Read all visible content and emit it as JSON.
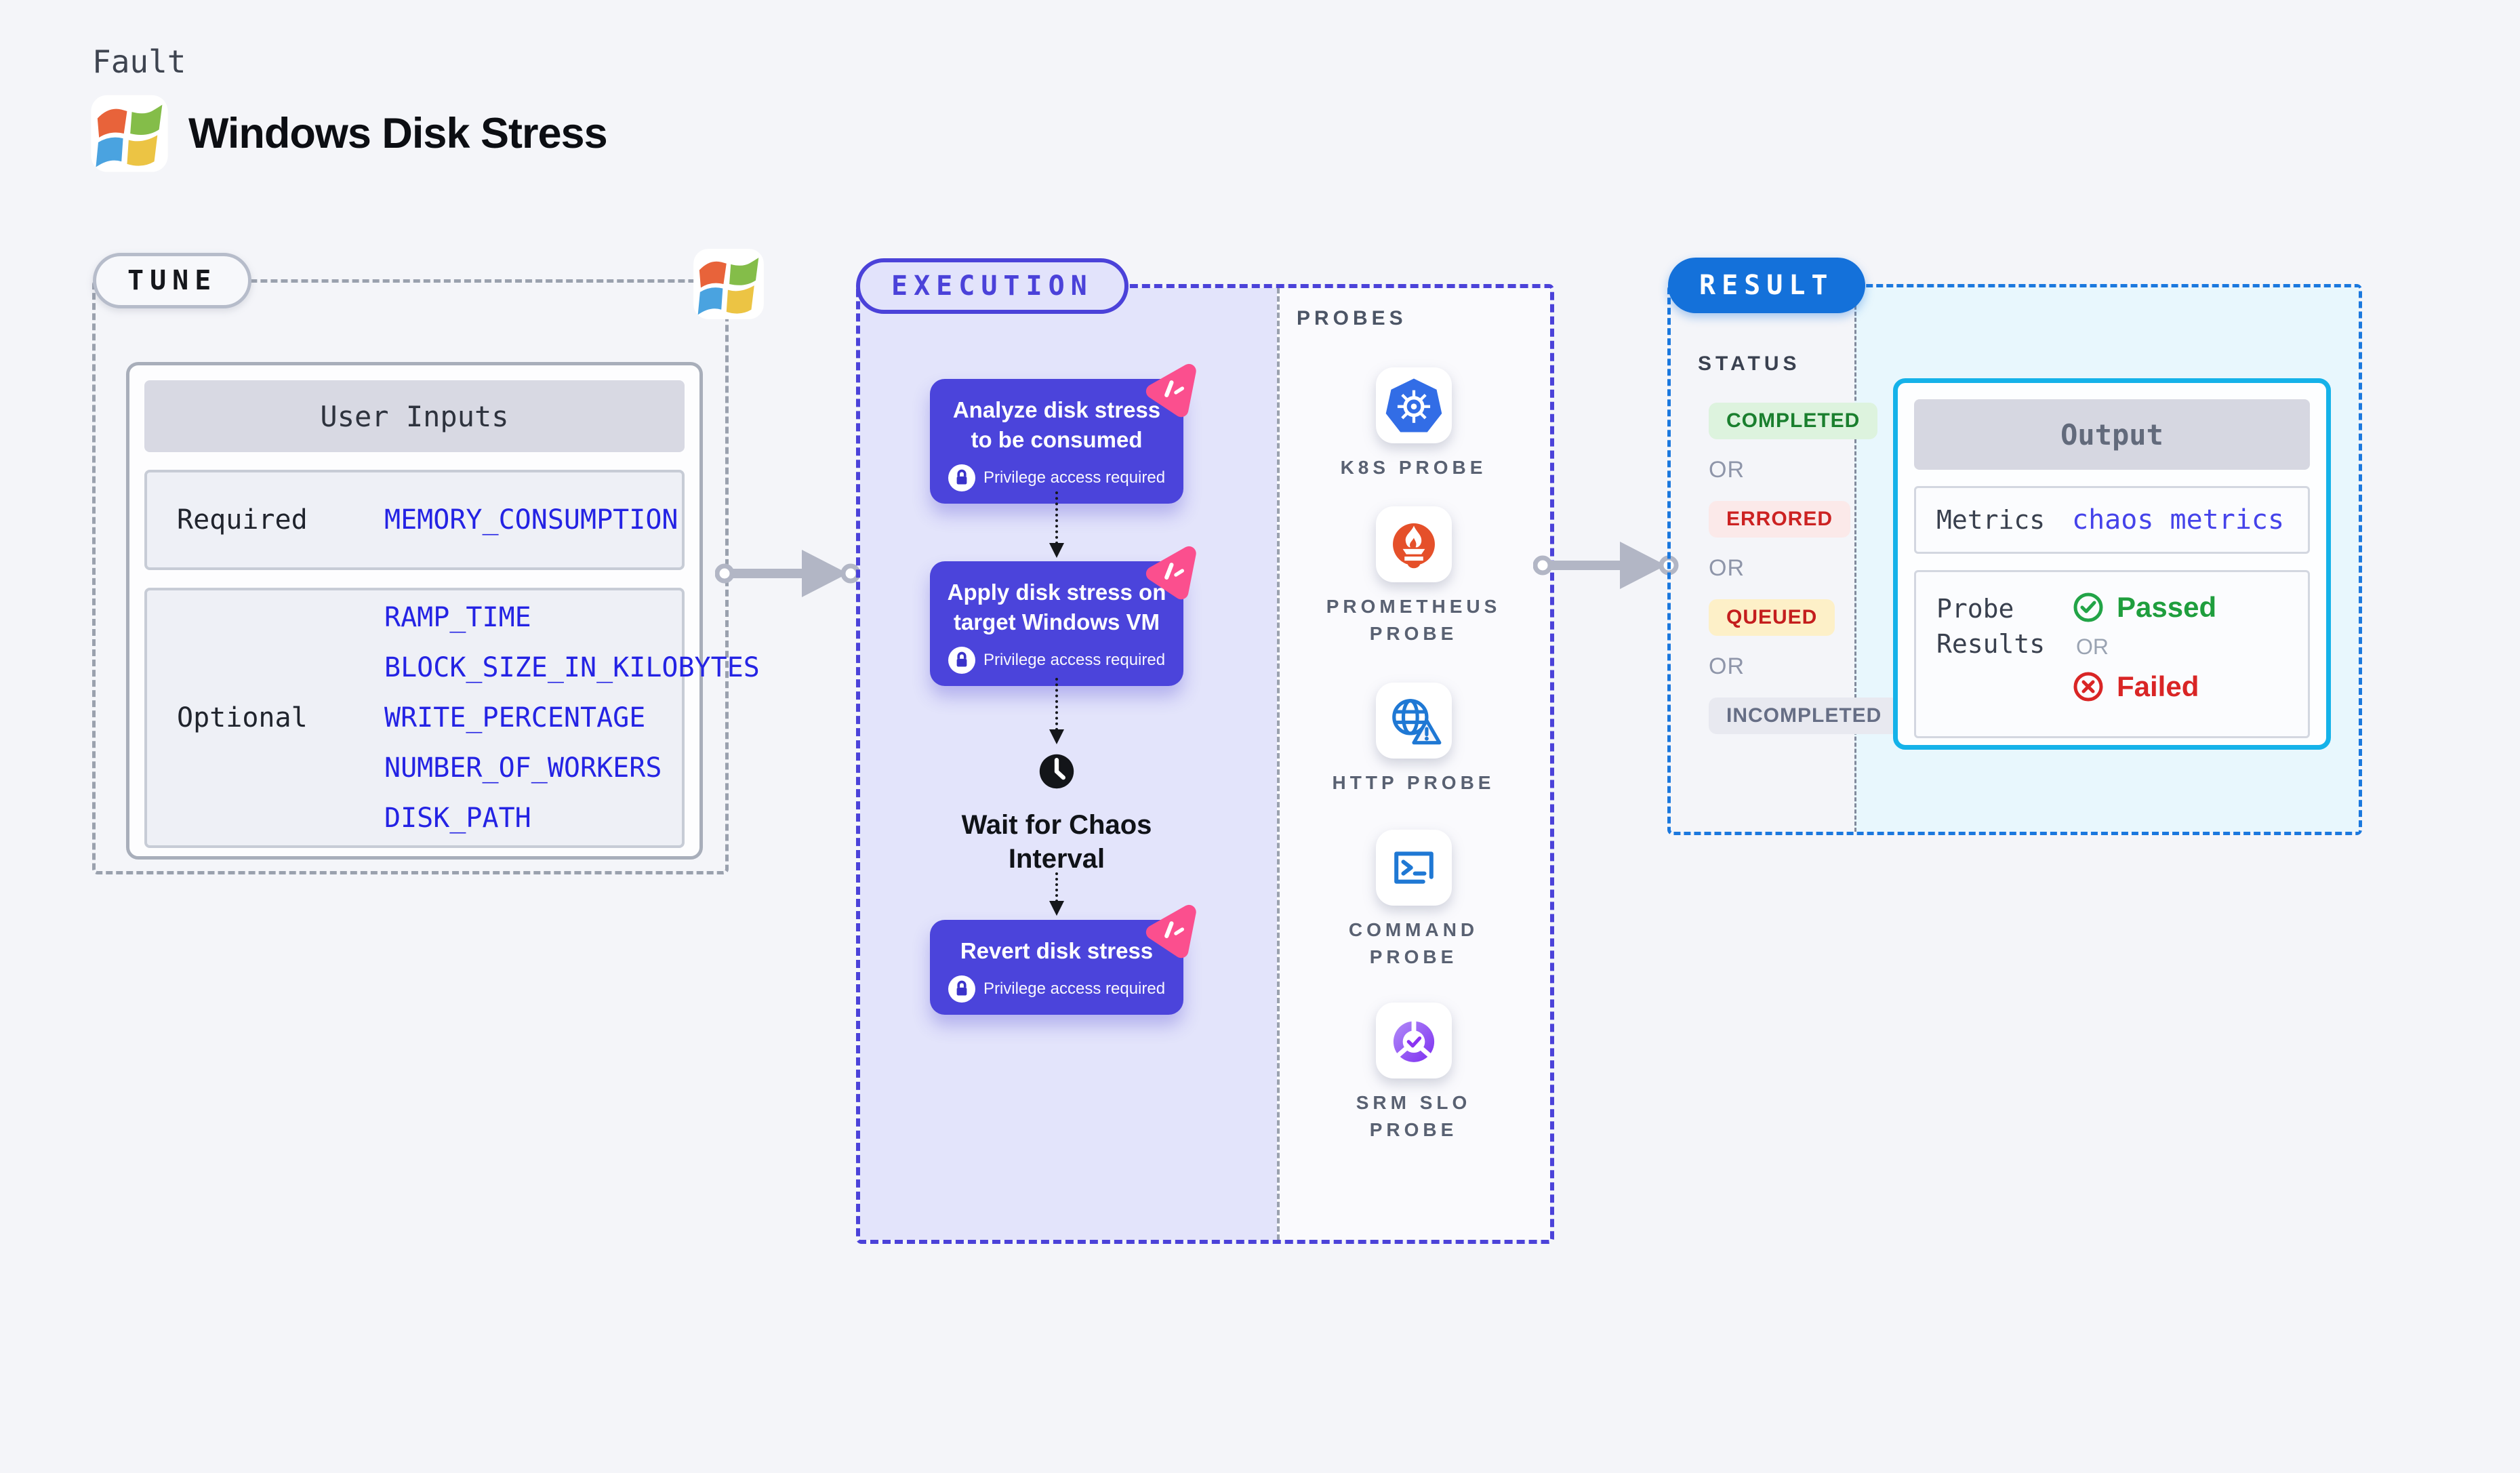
{
  "header": {
    "kicker": "Fault",
    "title": "Windows Disk Stress"
  },
  "tune": {
    "label": "TUNE",
    "user_inputs": {
      "title": "User Inputs",
      "rows": [
        {
          "label": "Required",
          "values": [
            "MEMORY_CONSUMPTION"
          ]
        },
        {
          "label": "Optional",
          "values": [
            "RAMP_TIME",
            "BLOCK_SIZE_IN_KILOBYTES",
            "WRITE_PERCENTAGE",
            "NUMBER_OF_WORKERS",
            "DISK_PATH"
          ]
        }
      ]
    }
  },
  "execution": {
    "label": "EXECUTION",
    "steps": [
      {
        "title": "Analyze disk stress to be consumed",
        "privilege": "Privilege access required"
      },
      {
        "title": "Apply disk stress on target Windows VM",
        "privilege": "Privilege access required"
      },
      {
        "title": "Revert disk stress",
        "privilege": "Privilege access required"
      }
    ],
    "wait": {
      "label": "Wait for Chaos Interval"
    },
    "probes": {
      "title": "PROBES",
      "items": [
        {
          "label": "K8S PROBE",
          "lines": [
            "K8S PROBE"
          ],
          "icon": "kubernetes-icon"
        },
        {
          "label": "PROMETHEUS PROBE",
          "lines": [
            "PROMETHEUS",
            "PROBE"
          ],
          "icon": "prometheus-icon"
        },
        {
          "label": "HTTP PROBE",
          "lines": [
            "HTTP PROBE"
          ],
          "icon": "http-globe-warning-icon"
        },
        {
          "label": "COMMAND PROBE",
          "lines": [
            "COMMAND",
            "PROBE"
          ],
          "icon": "terminal-icon"
        },
        {
          "label": "SRM SLO PROBE",
          "lines": [
            "SRM SLO",
            "PROBE"
          ],
          "icon": "slo-pie-check-icon"
        }
      ]
    }
  },
  "result": {
    "label": "RESULT",
    "status": {
      "title": "STATUS",
      "or": "OR",
      "badges": [
        {
          "label": "COMPLETED",
          "fg": "#1a7f2e",
          "bg": "#ddf3de"
        },
        {
          "label": "ERRORED",
          "fg": "#cc2222",
          "bg": "#fbe9e9"
        },
        {
          "label": "QUEUED",
          "fg": "#c41e1e",
          "bg": "#fdf0c8"
        },
        {
          "label": "INCOMPLETED",
          "fg": "#666e85",
          "bg": "#e8e9f0"
        }
      ]
    },
    "output": {
      "title": "Output",
      "metrics_label": "Metrics",
      "metrics_value": "chaos metrics",
      "probe_results_label": "Probe Results",
      "passed": "Passed",
      "or": "OR",
      "failed": "Failed"
    }
  },
  "colors": {
    "page_bg": "#f4f5f9",
    "execution_panel_bg": "#e3e4fb",
    "step_card": "#4b44db",
    "pink_badge": "#fb4f8e",
    "execution_accent": "#4b42d9",
    "result_accent": "#1b78de",
    "output_border": "#15b2e9",
    "value_blue": "#2423e4",
    "metrics_link_blue": "#4543ea",
    "passed_green": "#1f9e3d",
    "failed_red": "#d92525"
  }
}
